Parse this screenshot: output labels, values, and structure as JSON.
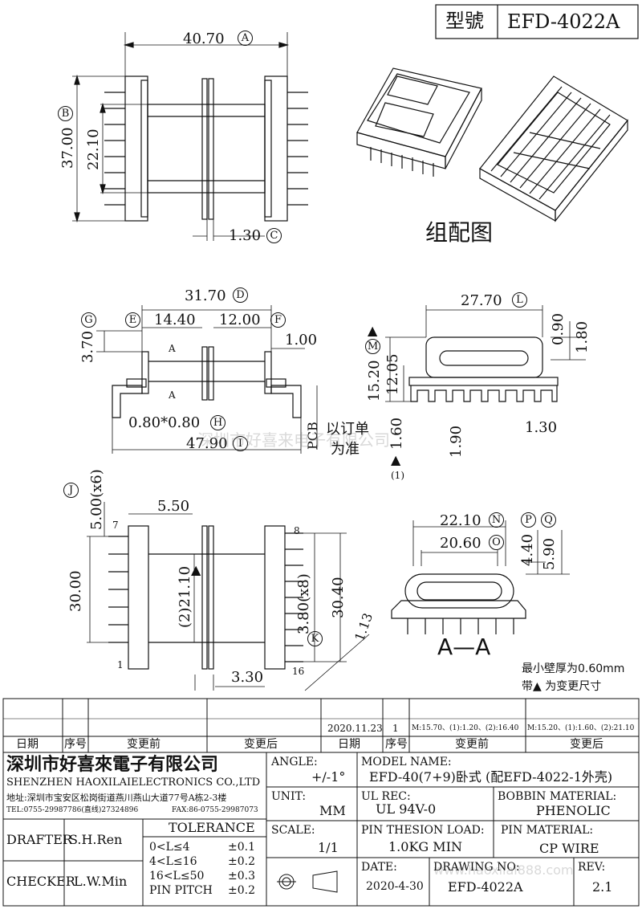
{
  "header": {
    "model_label": "型號",
    "model_value": "EFD-4022A"
  },
  "assembly_caption": "组配图",
  "dims": {
    "a": "40.70",
    "b": "37.00",
    "b2": "22.10",
    "c": "1.30",
    "d": "31.70",
    "e": "14.40",
    "f": "12.00",
    "f2": "1.00",
    "g": "3.70",
    "h": "0.80*0.80",
    "i": "47.90",
    "pcb": "PCB",
    "order_note_1": "以订单",
    "order_note_2": "为准",
    "j": "5.00(x6)",
    "j2": "5.50",
    "j3": "30.00",
    "j4": "(2)21.10",
    "k": "3.80(x8)",
    "k2": "30.40",
    "k3": "1.13",
    "k4": "3.30",
    "pin7": "7",
    "pin8": "8",
    "pin1": "1",
    "pin16": "16",
    "l": "27.70",
    "l2": "0.90",
    "l3": "1.80",
    "m": "15.20",
    "m2": "12.05",
    "m3": "1.60",
    "m4": "1.90",
    "m5": "1.30",
    "m_note": "(1)",
    "n": "22.10",
    "o": "20.60",
    "p": "4.40",
    "q": "5.90",
    "section": "A—A",
    "section_mark": "A"
  },
  "notes": {
    "min_wall": "最小壁厚为0.60mm",
    "change": "带▲ 为变更尺寸"
  },
  "letters": [
    "A",
    "B",
    "C",
    "D",
    "E",
    "F",
    "G",
    "H",
    "I",
    "J",
    "K",
    "L",
    "M",
    "N",
    "O",
    "P",
    "Q"
  ],
  "revision": {
    "date": "2020.11.23",
    "seq": "1",
    "before": "M:15.70、(1):1.20、(2):16.40",
    "after": "M:15.20、(1):1.60、(2):21.10",
    "h_date": "日期",
    "h_seq": "序号",
    "h_before": "变更前",
    "h_after": "变更后"
  },
  "company": {
    "name_cn": "深圳市好喜來電子有限公司",
    "name_en": "SHENZHEN HAOXILAIELECTRONICS CO.,LTD",
    "address": "地址:深圳市宝安区松岗街道燕川燕山大道77号A栋2-3楼",
    "tel": "TEL:0755-29987786(直线)27324896",
    "fax": "FAX:86-0755-29987073"
  },
  "titleblock": {
    "angle_l": "ANGLE:",
    "angle_v": "+/-1°",
    "model_l": "MODEL NAME:",
    "model_v": "EFD-40(7+9)卧式 (配EFD-4022-1外壳)",
    "unit_l": "UNIT:",
    "unit_v": "MM",
    "ul_l": "UL REC:",
    "ul_v": "UL 94V-0",
    "bobbin_l": "BOBBIN MATERIAL:",
    "bobbin_v": "PHENOLIC",
    "drafter_l": "DRAFTER",
    "drafter_v": "S.H.Ren",
    "checker_l": "CHECKER",
    "checker_v": "L.W.Min",
    "tol_l": "TOLERANCE",
    "tol": [
      [
        "0<L≤4",
        "±0.1"
      ],
      [
        "4<L≤16",
        "±0.2"
      ],
      [
        "16<L≤50",
        "±0.3"
      ],
      [
        "PIN PITCH",
        "±0.2"
      ]
    ],
    "scale_l": "SCALE:",
    "scale_v": "1/1",
    "pin_load_l": "PIN THESION LOAD:",
    "pin_load_v": "1.0KG MIN",
    "pin_mat_l": "PIN MATERIAL:",
    "pin_mat_v": "CP  WIRE",
    "date_l": "DATE:",
    "date_v": "2020-4-30",
    "drawing_l": "DRAWING NO:",
    "drawing_v": "EFD-4022A",
    "rev_l": "REV:",
    "rev_v": "2.1"
  },
  "watermarks": {
    "w1": "深圳市好喜来电子有限公司",
    "w2": "www.haoxilai888.com"
  }
}
